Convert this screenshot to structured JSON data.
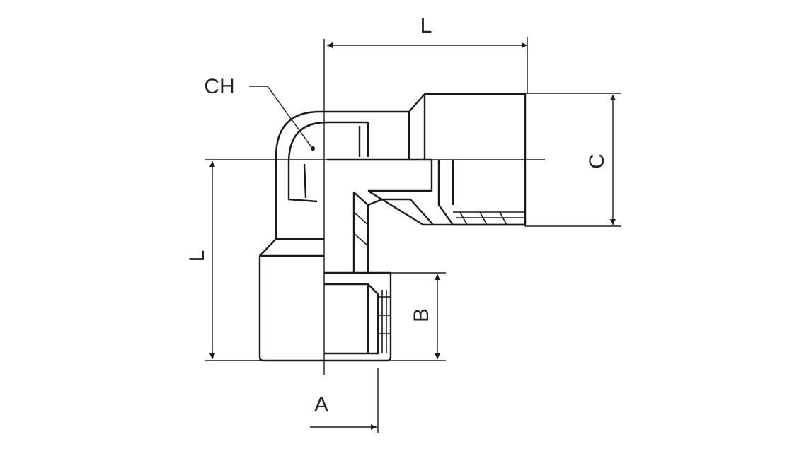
{
  "diagram": {
    "title": "",
    "dimension_labels": {
      "top_length": "L",
      "side_length": "L",
      "wrench_size": "CH",
      "thread_c": "C",
      "thread_b": "B",
      "offset_a": "A"
    },
    "colors": {
      "line": "#1a1a1a",
      "background": "#ffffff"
    }
  }
}
